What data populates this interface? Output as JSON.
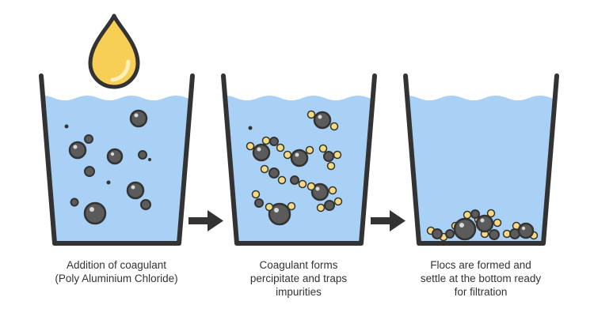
{
  "colors": {
    "water": "#a9d1f5",
    "wave_highlight": "#c9e3fa",
    "outline": "#333333",
    "particle": "#5b5b5b",
    "particle_shine": "#d8d8d8",
    "coagulant": "#f6dc7e",
    "drop_fill": "#f7cf57",
    "drop_shine": "#fdf0b8",
    "arrow": "#333333"
  },
  "steps": [
    {
      "id": "addition",
      "caption": [
        "Addition of coagulant",
        "(Poly Aluminium Chloride)"
      ],
      "icons": [
        "coagulant-drop-icon",
        "beaker-icon",
        "impurity-particle-icon"
      ]
    },
    {
      "id": "precipitate",
      "caption": [
        "Coagulant forms",
        "percipitate and traps",
        "impurities"
      ],
      "icons": [
        "beaker-icon",
        "impurity-particle-icon",
        "coagulant-particle-icon"
      ]
    },
    {
      "id": "flocs",
      "caption": [
        "Flocs are formed and",
        "settle at the bottom ready",
        "for filtration"
      ],
      "icons": [
        "beaker-icon",
        "floc-icon"
      ]
    }
  ],
  "connectors": [
    "right-arrow-icon",
    "right-arrow-icon"
  ]
}
